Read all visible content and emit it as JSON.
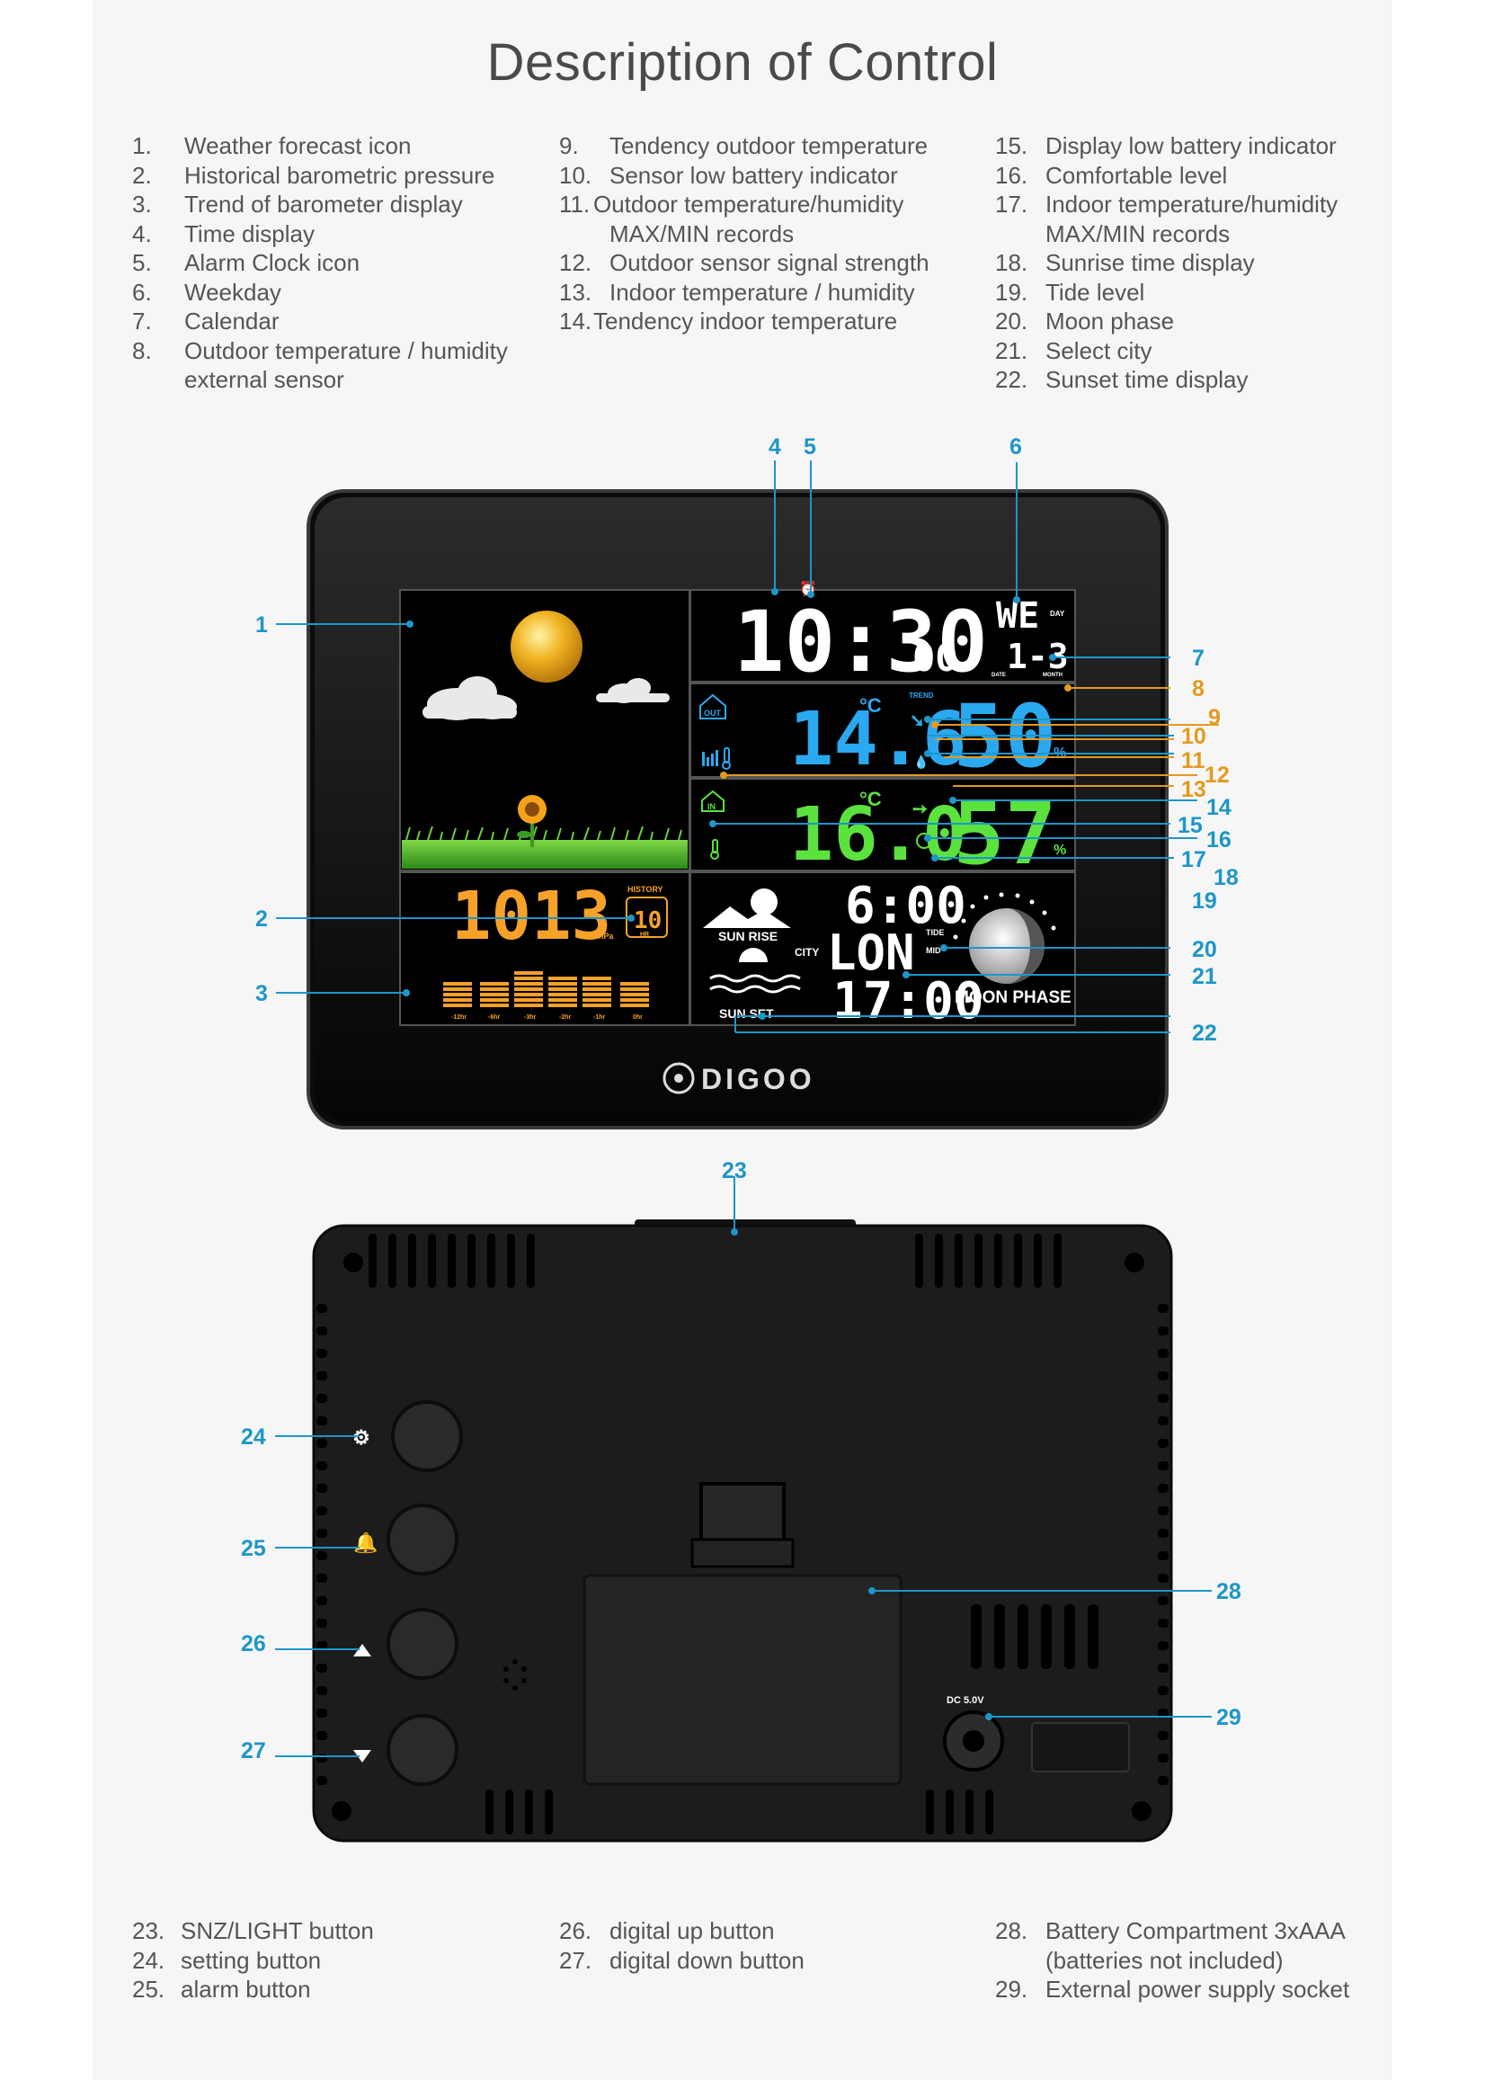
{
  "title": "Description of Control",
  "top_list": [
    {
      "n": "1.",
      "t": "Weather forecast icon",
      "c": ""
    },
    {
      "n": "2.",
      "t": "Historical barometric pressure",
      "c": ""
    },
    {
      "n": "3.",
      "t": "Trend of barometer display",
      "c": ""
    },
    {
      "n": "4.",
      "t": "Time display",
      "c": ""
    },
    {
      "n": "5.",
      "t": "Alarm Clock icon",
      "c": ""
    },
    {
      "n": "6.",
      "t": "Weekday",
      "c": ""
    },
    {
      "n": "7.",
      "t": "Calendar",
      "c": ""
    },
    {
      "n": "8.",
      "t": "Outdoor temperature / humidity",
      "c": "external sensor"
    },
    {
      "n": "9.",
      "t": "Tendency outdoor temperature",
      "c": ""
    },
    {
      "n": "10.",
      "t": "Sensor low battery indicator",
      "c": ""
    },
    {
      "n": "11.",
      "t": "Outdoor temperature/humidity",
      "c": "MAX/MIN records"
    },
    {
      "n": "12.",
      "t": "Outdoor sensor signal strength",
      "c": ""
    },
    {
      "n": "13.",
      "t": "Indoor temperature / humidity",
      "c": ""
    },
    {
      "n": "14.",
      "t": "Tendency indoor temperature",
      "c": ""
    },
    {
      "n": "15.",
      "t": "Display low battery indicator",
      "c": ""
    },
    {
      "n": "16.",
      "t": "Comfortable level",
      "c": ""
    },
    {
      "n": "17.",
      "t": "Indoor temperature/humidity",
      "c": "MAX/MIN records"
    },
    {
      "n": "18.",
      "t": "Sunrise time display",
      "c": ""
    },
    {
      "n": "19.",
      "t": "Tide level",
      "c": ""
    },
    {
      "n": "20.",
      "t": "Moon phase",
      "c": ""
    },
    {
      "n": "21.",
      "t": "Select city",
      "c": ""
    },
    {
      "n": "22.",
      "t": "Sunset time display",
      "c": ""
    }
  ],
  "bottom_list": [
    {
      "n": "23.",
      "t": "SNZ/LIGHT button",
      "c": ""
    },
    {
      "n": "24.",
      "t": "setting button",
      "c": ""
    },
    {
      "n": "25.",
      "t": "alarm button",
      "c": ""
    },
    {
      "n": "26.",
      "t": "digital up button",
      "c": ""
    },
    {
      "n": "27.",
      "t": "digital down button",
      "c": ""
    },
    {
      "n": "28.",
      "t": "Battery Compartment 3xAAA",
      "c": "(batteries not included)"
    },
    {
      "n": "29.",
      "t": "External power supply socket",
      "c": ""
    }
  ],
  "display": {
    "time": "10:30",
    "seconds": "00",
    "weekday": "WE",
    "day_label": "DAY",
    "date": "1-3",
    "date_label": "DATE",
    "month_label": "MONTH",
    "outdoor_temp": "14.6",
    "outdoor_temp_unit": "°C",
    "outdoor_humidity": "50",
    "humidity_unit": "%",
    "trend_label": "TREND",
    "out_label": "OUT",
    "in_label": "IN",
    "indoor_temp": "16.0",
    "indoor_temp_unit": "°C",
    "indoor_humidity": "57",
    "pressure": "1013",
    "pressure_unit": "hPa",
    "history_label": "HISTORY",
    "history_hours": "10",
    "history_hr": "HR",
    "sunrise_time": "6:00",
    "sunset_time": "17:00",
    "sun_rise_label": "SUN RISE",
    "sun_set_label": "SUN SET",
    "city_label": "CITY",
    "city": "LON",
    "tide_label": "TIDE",
    "tide_value": "MID",
    "moon_phase_label": "MOON PHASE",
    "bar_axis": [
      "-12hr",
      "-6hr",
      "-3hr",
      "-2hr",
      "-1hr",
      "0hr"
    ],
    "brand": "DIGOO",
    "dc_label": "DC 5.0V"
  },
  "callouts": [
    "1",
    "2",
    "3",
    "4",
    "5",
    "6",
    "7",
    "8",
    "9",
    "10",
    "11",
    "12",
    "13",
    "14",
    "15",
    "16",
    "17",
    "18",
    "19",
    "20",
    "21",
    "22",
    "23",
    "24",
    "25",
    "26",
    "27",
    "28",
    "29"
  ],
  "colors": {
    "callout_blue": "#1d96c9",
    "callout_orange": "#e39a1e",
    "lcd_blue": "#2ba9f0",
    "lcd_green": "#5ce23e",
    "lcd_orange": "#f6a12a"
  }
}
